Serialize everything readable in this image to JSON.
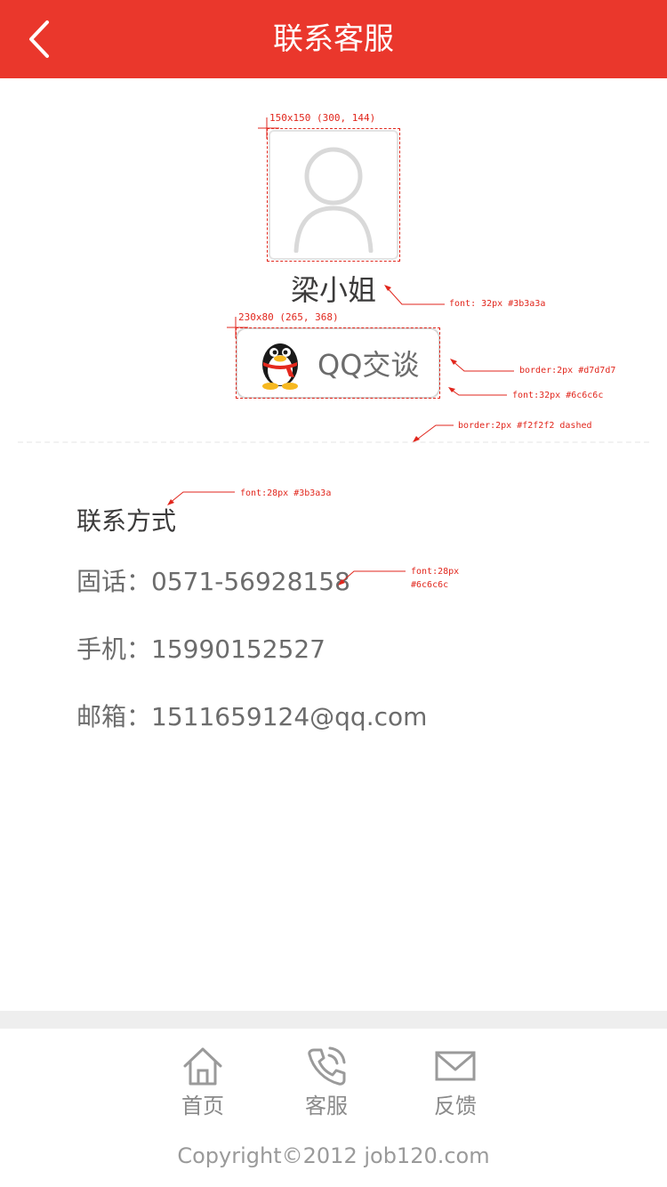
{
  "header": {
    "title": "联系客服",
    "back_icon": "chevron-left-icon",
    "background": "#ea372c"
  },
  "profile": {
    "name": "梁小姐",
    "avatar_icon": "user-avatar-icon"
  },
  "qq_button": {
    "label": "QQ交谈",
    "icon": "qq-penguin-icon"
  },
  "contact": {
    "title": "联系方式",
    "phone": "固话：0571-56928158",
    "mobile": "手机：15990152527",
    "email": "邮箱：1511659124@qq.com"
  },
  "annotations": {
    "avatar_box": "150x150 (300, 144)",
    "name_font": "font: 32px #3b3a3a",
    "qq_box": "230x80 (265, 368)",
    "qq_border": "border:2px #d7d7d7",
    "qq_font": "font:32px #6c6c6c",
    "divider": "border:2px #f2f2f2 dashed",
    "section_font": "font:28px #3b3a3a",
    "row_font_line1": "font:28px",
    "row_font_line2": "#6c6c6c"
  },
  "footer": {
    "nav": [
      {
        "label": "首页",
        "icon": "home-icon"
      },
      {
        "label": "客服",
        "icon": "phone-icon"
      },
      {
        "label": "反馈",
        "icon": "mail-icon"
      }
    ],
    "copyright": "Copyright©2012  job120.com"
  },
  "colors": {
    "accent": "#ea372c",
    "text_dark": "#3b3a3a",
    "text_gray": "#6c6c6c",
    "annotation": "#e1261c"
  }
}
